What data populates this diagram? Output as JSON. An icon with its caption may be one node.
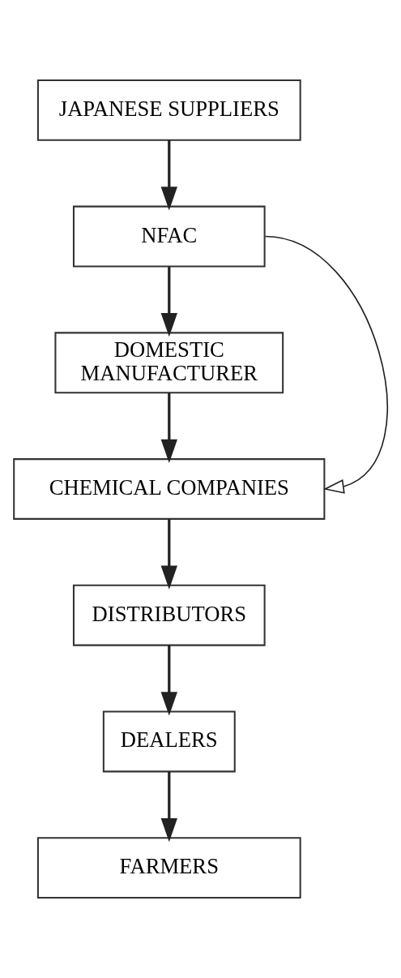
{
  "diagram": {
    "nodes": [
      {
        "text": [
          "JAPANESE SUPPLIERS"
        ]
      },
      {
        "text": [
          "NFAC"
        ]
      },
      {
        "text": [
          "DOMESTIC MANUFACTURER"
        ]
      },
      {
        "text": [
          "CHEMICAL COMPANIES"
        ]
      },
      {
        "text": [
          "DISTRIBUTORS"
        ]
      },
      {
        "text": [
          "DEALERS"
        ]
      },
      {
        "text": [
          "FARMERS"
        ]
      }
    ],
    "edges": [
      {
        "from": 0,
        "to": 1,
        "arrow": "to"
      },
      {
        "from": 1,
        "to": 2,
        "arrow": "to"
      },
      {
        "from": 2,
        "to": 3,
        "arrow": "to"
      },
      {
        "from": 3,
        "to": 4,
        "arrow": "to"
      },
      {
        "from": 4,
        "to": 5,
        "arrow": "to"
      },
      {
        "from": 5,
        "to": 6,
        "arrow": "to"
      },
      {
        "from": 1,
        "to": 3,
        "arrow": "to"
      }
    ]
  }
}
